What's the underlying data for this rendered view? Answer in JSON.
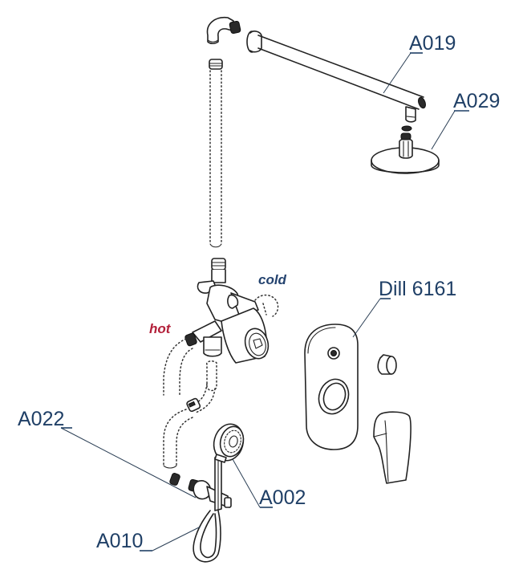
{
  "diagram": {
    "title": "Shower system exploded view",
    "type": "exploded-parts-diagram",
    "colors": {
      "label_text": "#1f3f66",
      "cold_text": "#24436f",
      "hot_text": "#b3203a",
      "line_art": "#222222",
      "background": "#ffffff"
    },
    "labels": {
      "a019": "A019",
      "a029": "A029",
      "dill": "Dill 6161",
      "a022": "A022",
      "a002": "A002",
      "a010": "A010",
      "cold": "cold",
      "hot": "hot"
    },
    "parts": [
      {
        "code": "A019",
        "description": "shower arm"
      },
      {
        "code": "A029",
        "description": "overhead shower head"
      },
      {
        "code": "Dill 6161",
        "description": "wall plate, diverter knob and lever handle"
      },
      {
        "code": "A022",
        "description": "wall outlet elbow"
      },
      {
        "code": "A002",
        "description": "hand shower"
      },
      {
        "code": "A010",
        "description": "shower hose"
      }
    ],
    "flow_labels": [
      "cold",
      "hot"
    ]
  }
}
